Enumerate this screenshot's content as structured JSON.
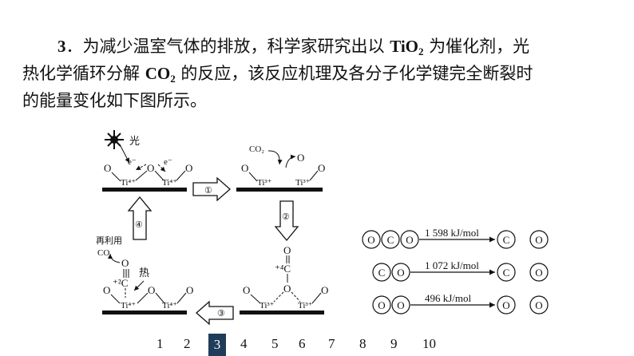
{
  "question": {
    "number": "3",
    "sep": "．",
    "seg1": "为减少温室气体的排放，科学家研究出以 ",
    "tio2_main": "TiO",
    "tio2_sub": "2",
    "seg2": " 为催化剂，光",
    "seg3": "热化学循环分解 ",
    "co2_main": "CO",
    "co2_sub": "2",
    "seg4": " 的反应，该反应机理及各分子化学键完全断裂时",
    "seg5": "的能量变化如下图所示。"
  },
  "diagram": {
    "light": "光",
    "electron": "e⁻",
    "O": "O",
    "Ti4": "Ti⁴⁺",
    "Ti3": "Ti³⁺",
    "CO2": "CO₂",
    "C4": "⁺⁴C",
    "C2": "⁺²C",
    "heat": "热",
    "reuse": "再利用",
    "CO": "CO",
    "step1": "①",
    "step2": "②",
    "step3": "③",
    "step4": "④"
  },
  "energy": [
    {
      "left": [
        "O",
        "C",
        "O"
      ],
      "value": "1 598 kJ/mol",
      "right": [
        "C",
        "O"
      ]
    },
    {
      "left": [
        "C",
        "O"
      ],
      "value": "1 072 kJ/mol",
      "right": [
        "C",
        "O"
      ]
    },
    {
      "left": [
        "O",
        "O"
      ],
      "value": "496 kJ/mol",
      "right": [
        "O",
        "O"
      ]
    }
  ],
  "pages": [
    "1",
    "2",
    "3",
    "4",
    "5",
    "6",
    "7",
    "8",
    "9",
    "10"
  ],
  "current_page": "3"
}
